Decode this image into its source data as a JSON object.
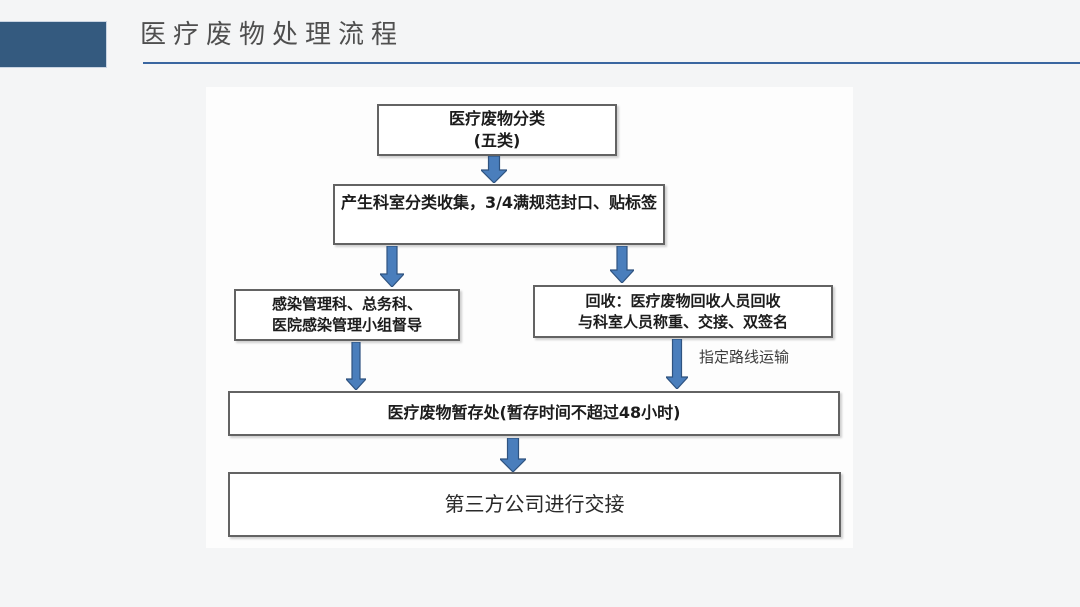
{
  "slide": {
    "title": "医疗废物处理流程",
    "colors": {
      "accent_navy": "#345a7f",
      "title_underline_blue": "#3a66a0",
      "arrow_fill_blue": "#4a7ebc",
      "arrow_outline_blue": "#2f5380",
      "node_border_gray": "#636363",
      "panel_white": "#fdfdfd",
      "page_background": "#f4f5f6"
    }
  },
  "flowchart": {
    "nodes": [
      {
        "id": "classify",
        "lines": [
          "医疗废物分类",
          "(五类)"
        ]
      },
      {
        "id": "collect",
        "lines": [
          "产生科室分类收集，3/4满规范封口、贴标签"
        ]
      },
      {
        "id": "supervise",
        "lines": [
          "感染管理科、总务科、",
          "医院感染管理小组督导"
        ]
      },
      {
        "id": "recycle",
        "lines": [
          "回收：医疗废物回收人员回收",
          "与科室人员称重、交接、双签名"
        ]
      },
      {
        "id": "storage",
        "lines": [
          "医疗废物暂存处(暂存时间不超过48小时)"
        ]
      },
      {
        "id": "handover",
        "lines": [
          "第三方公司进行交接"
        ]
      }
    ],
    "edge_label": "指定路线运输"
  }
}
